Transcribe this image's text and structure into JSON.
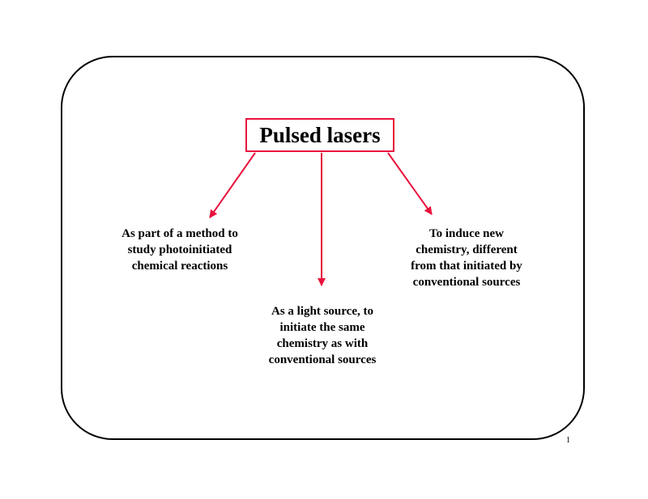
{
  "title": "Pulsed lasers",
  "branches": [
    {
      "lines": [
        "As part of a method to",
        "study  photoinitiated",
        "chemical reactions"
      ]
    },
    {
      "lines": [
        "As a light source, to",
        "initiate the same",
        "chemistry as with",
        "conventional sources"
      ]
    },
    {
      "lines": [
        "To induce new",
        "chemistry, different",
        "from that initiated by",
        "conventional sources"
      ]
    }
  ],
  "page_number": "1",
  "colors": {
    "accent": "#e8123c",
    "frame": "#000000",
    "text": "#000000"
  }
}
